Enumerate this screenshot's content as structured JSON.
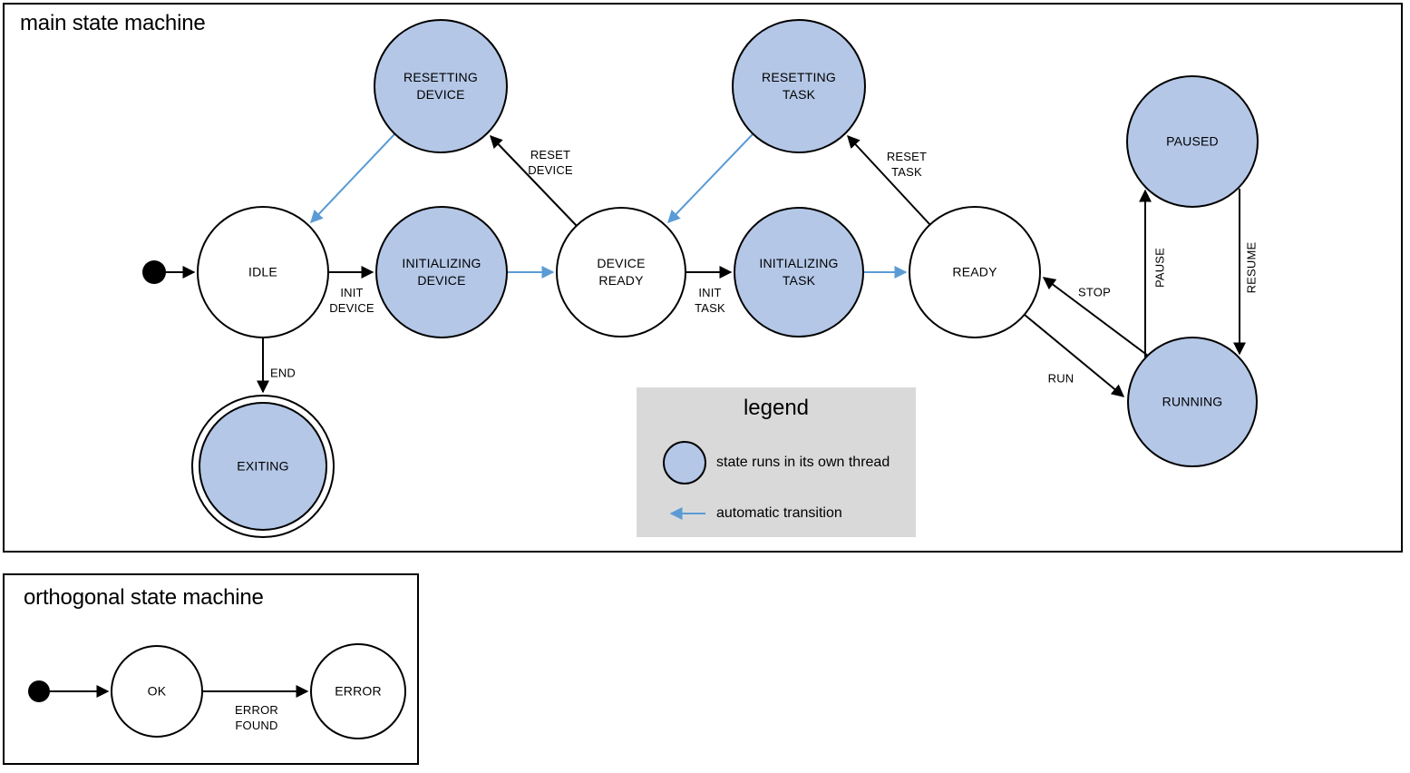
{
  "colors": {
    "thread_fill": "#b4c7e7",
    "plain_fill": "#ffffff",
    "outline": "#000000",
    "auto_arrow": "#5b9bd5",
    "legend_bg": "#d9d9d9"
  },
  "main_machine": {
    "title": "main state machine",
    "states": {
      "idle": "IDLE",
      "resetting_device": "RESETTING\nDEVICE",
      "initializing_device": "INITIALIZING\nDEVICE",
      "device_ready": "DEVICE\nREADY",
      "resetting_task": "RESETTING\nTASK",
      "initializing_task": "INITIALIZING\nTASK",
      "ready": "READY",
      "paused": "PAUSED",
      "running": "RUNNING",
      "exiting": "EXITING"
    },
    "transitions": {
      "init_device": "INIT\nDEVICE",
      "reset_device": "RESET\nDEVICE",
      "init_task": "INIT\nTASK",
      "reset_task": "RESET\nTASK",
      "end": "END",
      "stop": "STOP",
      "run": "RUN",
      "pause": "PAUSE",
      "resume": "RESUME"
    }
  },
  "legend": {
    "title": "legend",
    "thread_item": "state runs in its own thread",
    "auto_item": "automatic transition"
  },
  "orthogonal_machine": {
    "title": "orthogonal state machine",
    "states": {
      "ok": "OK",
      "error": "ERROR"
    },
    "transitions": {
      "error_found": "ERROR\nFOUND"
    }
  }
}
